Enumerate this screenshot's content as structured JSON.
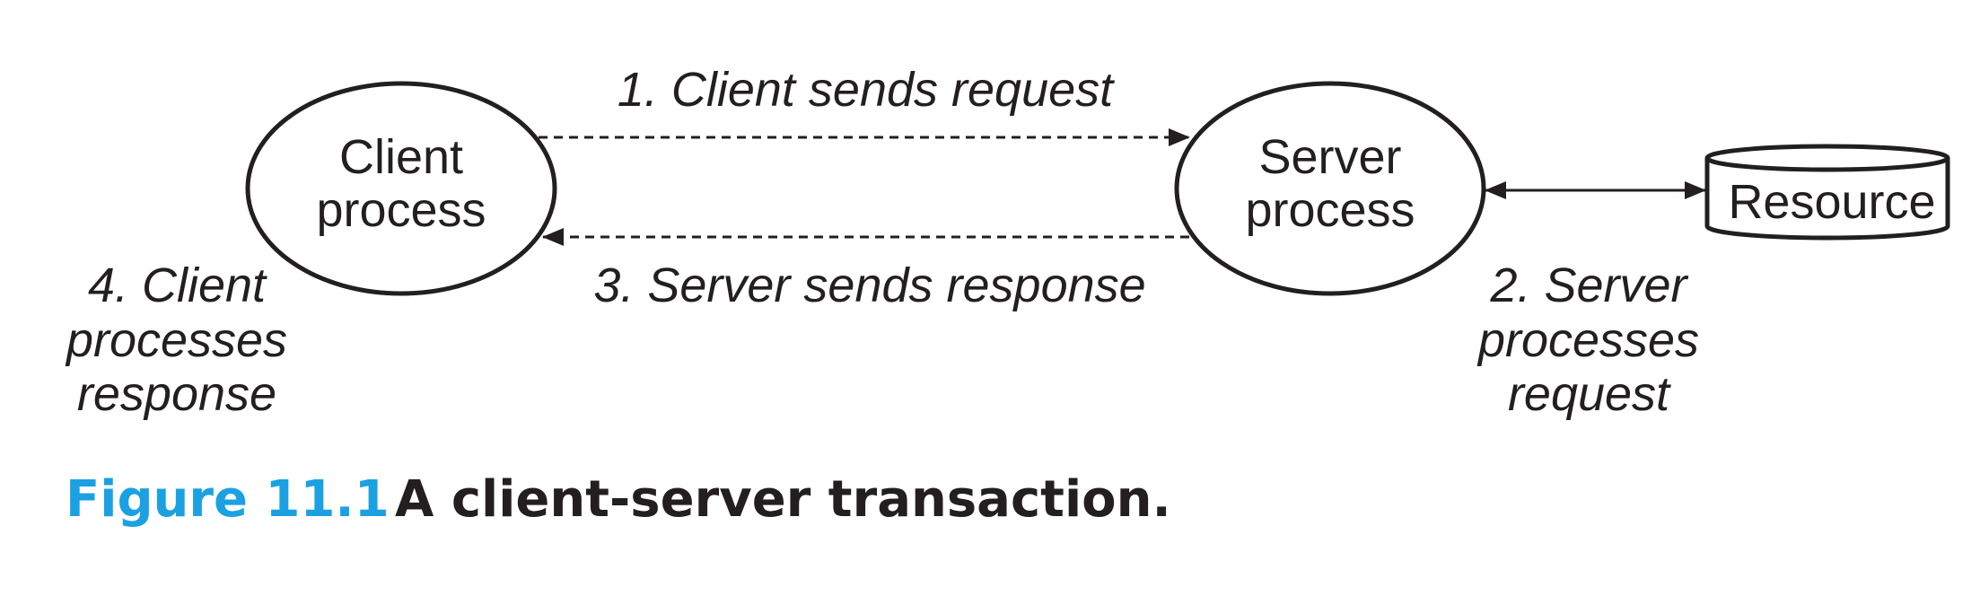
{
  "nodes": {
    "client": {
      "line1": "Client",
      "line2": "process"
    },
    "server": {
      "line1": "Server",
      "line2": "process"
    },
    "resource": {
      "label": "Resource"
    }
  },
  "steps": {
    "step1": {
      "label": "1. Client sends request"
    },
    "step2": {
      "line1": "2. Server",
      "line2": "processes",
      "line3": "request"
    },
    "step3": {
      "label": "3. Server sends response"
    },
    "step4": {
      "line1": "4. Client",
      "line2": "processes",
      "line3": "response"
    }
  },
  "caption": {
    "number": "Figure 11.1",
    "title": "A client-server transaction."
  },
  "colors": {
    "ink": "#231f20",
    "accent": "#1ba1e2"
  }
}
